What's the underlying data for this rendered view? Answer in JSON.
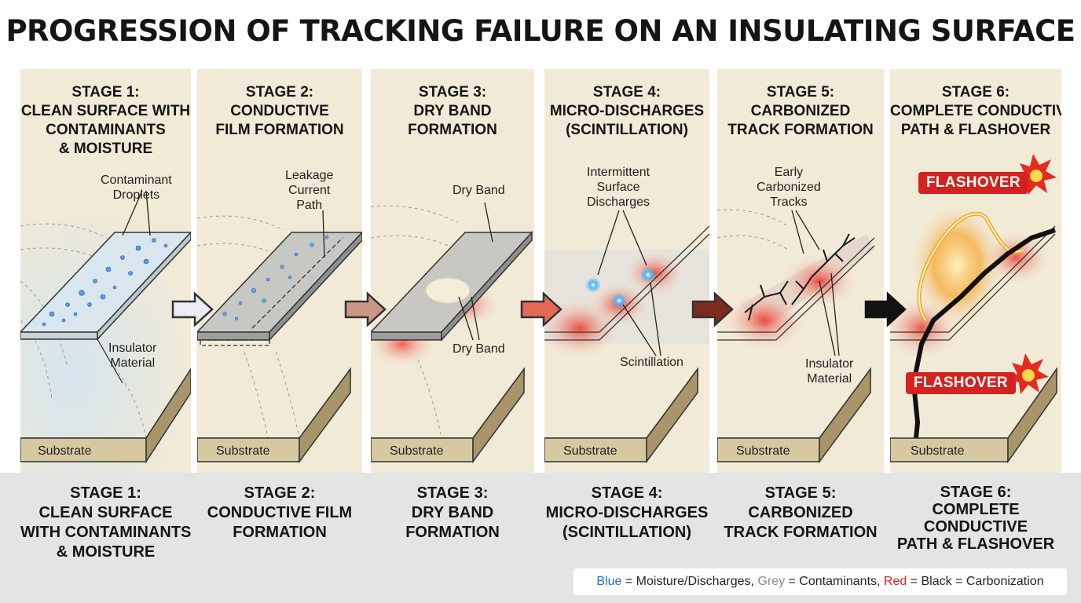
{
  "title": "PROGRESSION OF TRACKING FAILURE ON AN INSULATING SURFACE",
  "stages": [
    {
      "title_lines": [
        "STAGE 1:",
        "CLEAN SURFACE WITH",
        "CONTAMINANTS",
        "& MOISTURE"
      ],
      "bottom_lines": [
        "STAGE 1:",
        "CLEAN SURFACE",
        "WITH CONTAMINANTS",
        "& MOISTURE"
      ],
      "callouts": [
        [
          "Contaminant",
          "Droplets"
        ],
        [
          "Insulator",
          "Material"
        ]
      ],
      "substrate": "Substrate"
    },
    {
      "title_lines": [
        "STAGE 2:",
        "CONDUCTIVE",
        "FILM FORMATION"
      ],
      "bottom_lines": [
        "STAGE 2:",
        "CONDUCTIVE FILM",
        "FORMATION"
      ],
      "callouts": [
        [
          "Leakage",
          "Current",
          "Path"
        ]
      ],
      "substrate": "Substrate"
    },
    {
      "title_lines": [
        "STAGE 3:",
        "DRY BAND",
        "FORMATION"
      ],
      "bottom_lines": [
        "STAGE 3:",
        "DRY BAND",
        "FORMATION"
      ],
      "callouts": [
        [
          "Dry Band"
        ],
        [
          "Dry Band"
        ]
      ],
      "substrate": "Substrate"
    },
    {
      "title_lines": [
        "STAGE 4:",
        "MICRO-DISCHARGES",
        "(SCINTILLATION)"
      ],
      "bottom_lines": [
        "STAGE 4:",
        "MICRO-DISCHARGES",
        "(SCINTILLATION)"
      ],
      "callouts": [
        [
          "Intermittent",
          "Surface",
          "Discharges"
        ],
        [
          "Scintillation"
        ]
      ],
      "substrate": "Substrate"
    },
    {
      "title_lines": [
        "STAGE 5:",
        "CARBONIZED",
        "TRACK FORMATION"
      ],
      "bottom_lines": [
        "STAGE 5:",
        "CARBONIZED",
        "TRACK FORMATION"
      ],
      "callouts": [
        [
          "Early",
          "Carbonized",
          "Tracks"
        ],
        [
          "Insulator",
          "Material"
        ]
      ],
      "substrate": "Substrate"
    },
    {
      "title_lines": [
        "STAGE 6:",
        "COMPLETE CONDUCTIVE",
        "PATH & FLASHOVER"
      ],
      "bottom_lines": [
        "STAGE 6:",
        "COMPLETE",
        "CONDUCTIVE",
        "PATH & FLASHOVER"
      ],
      "callouts": [
        [
          "FLASHOVER"
        ],
        [
          "FLASHOVER"
        ]
      ],
      "substrate": "Substrate"
    }
  ],
  "legend": {
    "blue_word": "Blue",
    "blue_text": " = Moisture/Discharges, ",
    "grey_word": "Grey",
    "grey_text": " = Contaminants, ",
    "red_word": "Red",
    "red_text": " = Black = Carbonization"
  },
  "colors": {
    "panel_bg": "#f1ead6",
    "moisture_blue": "#1f6fd1",
    "contaminant_grey": "#8a8a8a",
    "heat_red": "#e53b2e",
    "carbon_black": "#111111",
    "flashover_red": "#d4231e",
    "arrow_colors": [
      "#e9edf1",
      "#c99783",
      "#e26a57",
      "#7d2b1e",
      "#121212"
    ]
  }
}
